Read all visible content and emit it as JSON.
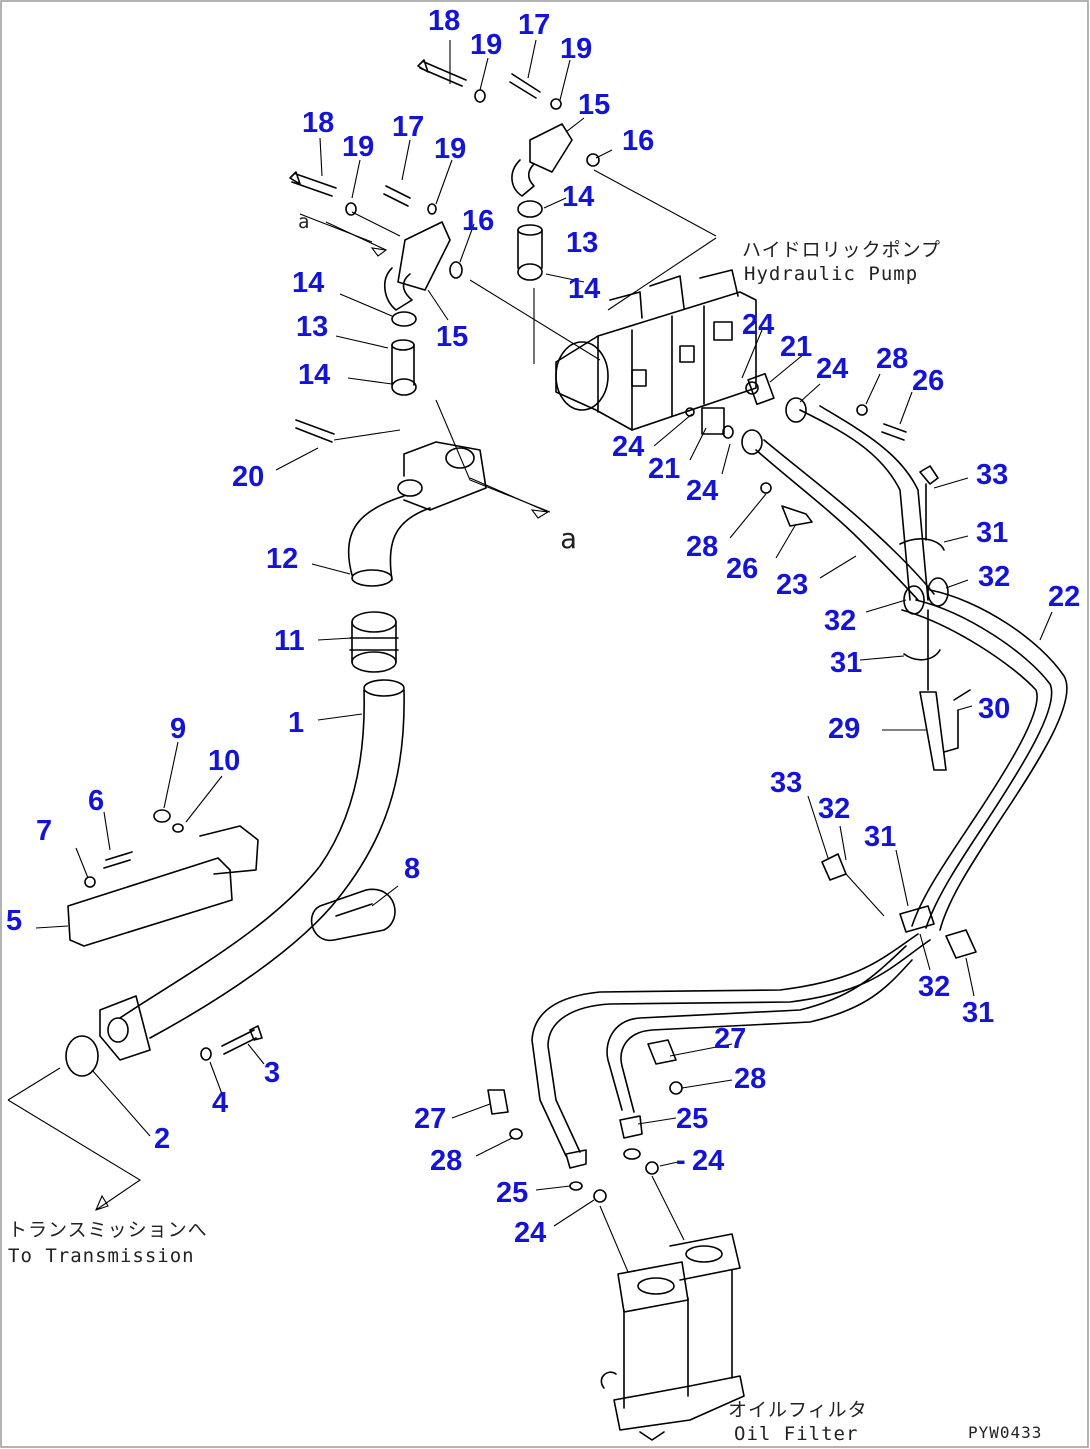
{
  "diagram": {
    "drawing_code": "PYW0433",
    "view_marker": "a",
    "callouts": {
      "hydraulic_pump": {
        "jp": "ハイドロリックポンプ",
        "en": "Hydraulic Pump"
      },
      "to_transmission": {
        "jp": "トランスミッションへ",
        "en": "To Transmission"
      },
      "oil_filter": {
        "jp": "オイルフィルタ",
        "en": "Oil Filter"
      }
    },
    "part_numbers": [
      "1",
      "2",
      "3",
      "4",
      "5",
      "6",
      "7",
      "8",
      "9",
      "10",
      "11",
      "12",
      "13",
      "13",
      "14",
      "14",
      "14",
      "14",
      "15",
      "15",
      "16",
      "16",
      "17",
      "17",
      "18",
      "18",
      "19",
      "19",
      "19",
      "19",
      "20",
      "21",
      "21",
      "22",
      "23",
      "24",
      "24",
      "24",
      "24",
      "24",
      "25",
      "25",
      "26",
      "26",
      "27",
      "27",
      "28",
      "28",
      "28",
      "28",
      "29",
      "30",
      "31",
      "31",
      "31",
      "31",
      "32",
      "32",
      "32",
      "32",
      "33",
      "33"
    ]
  }
}
